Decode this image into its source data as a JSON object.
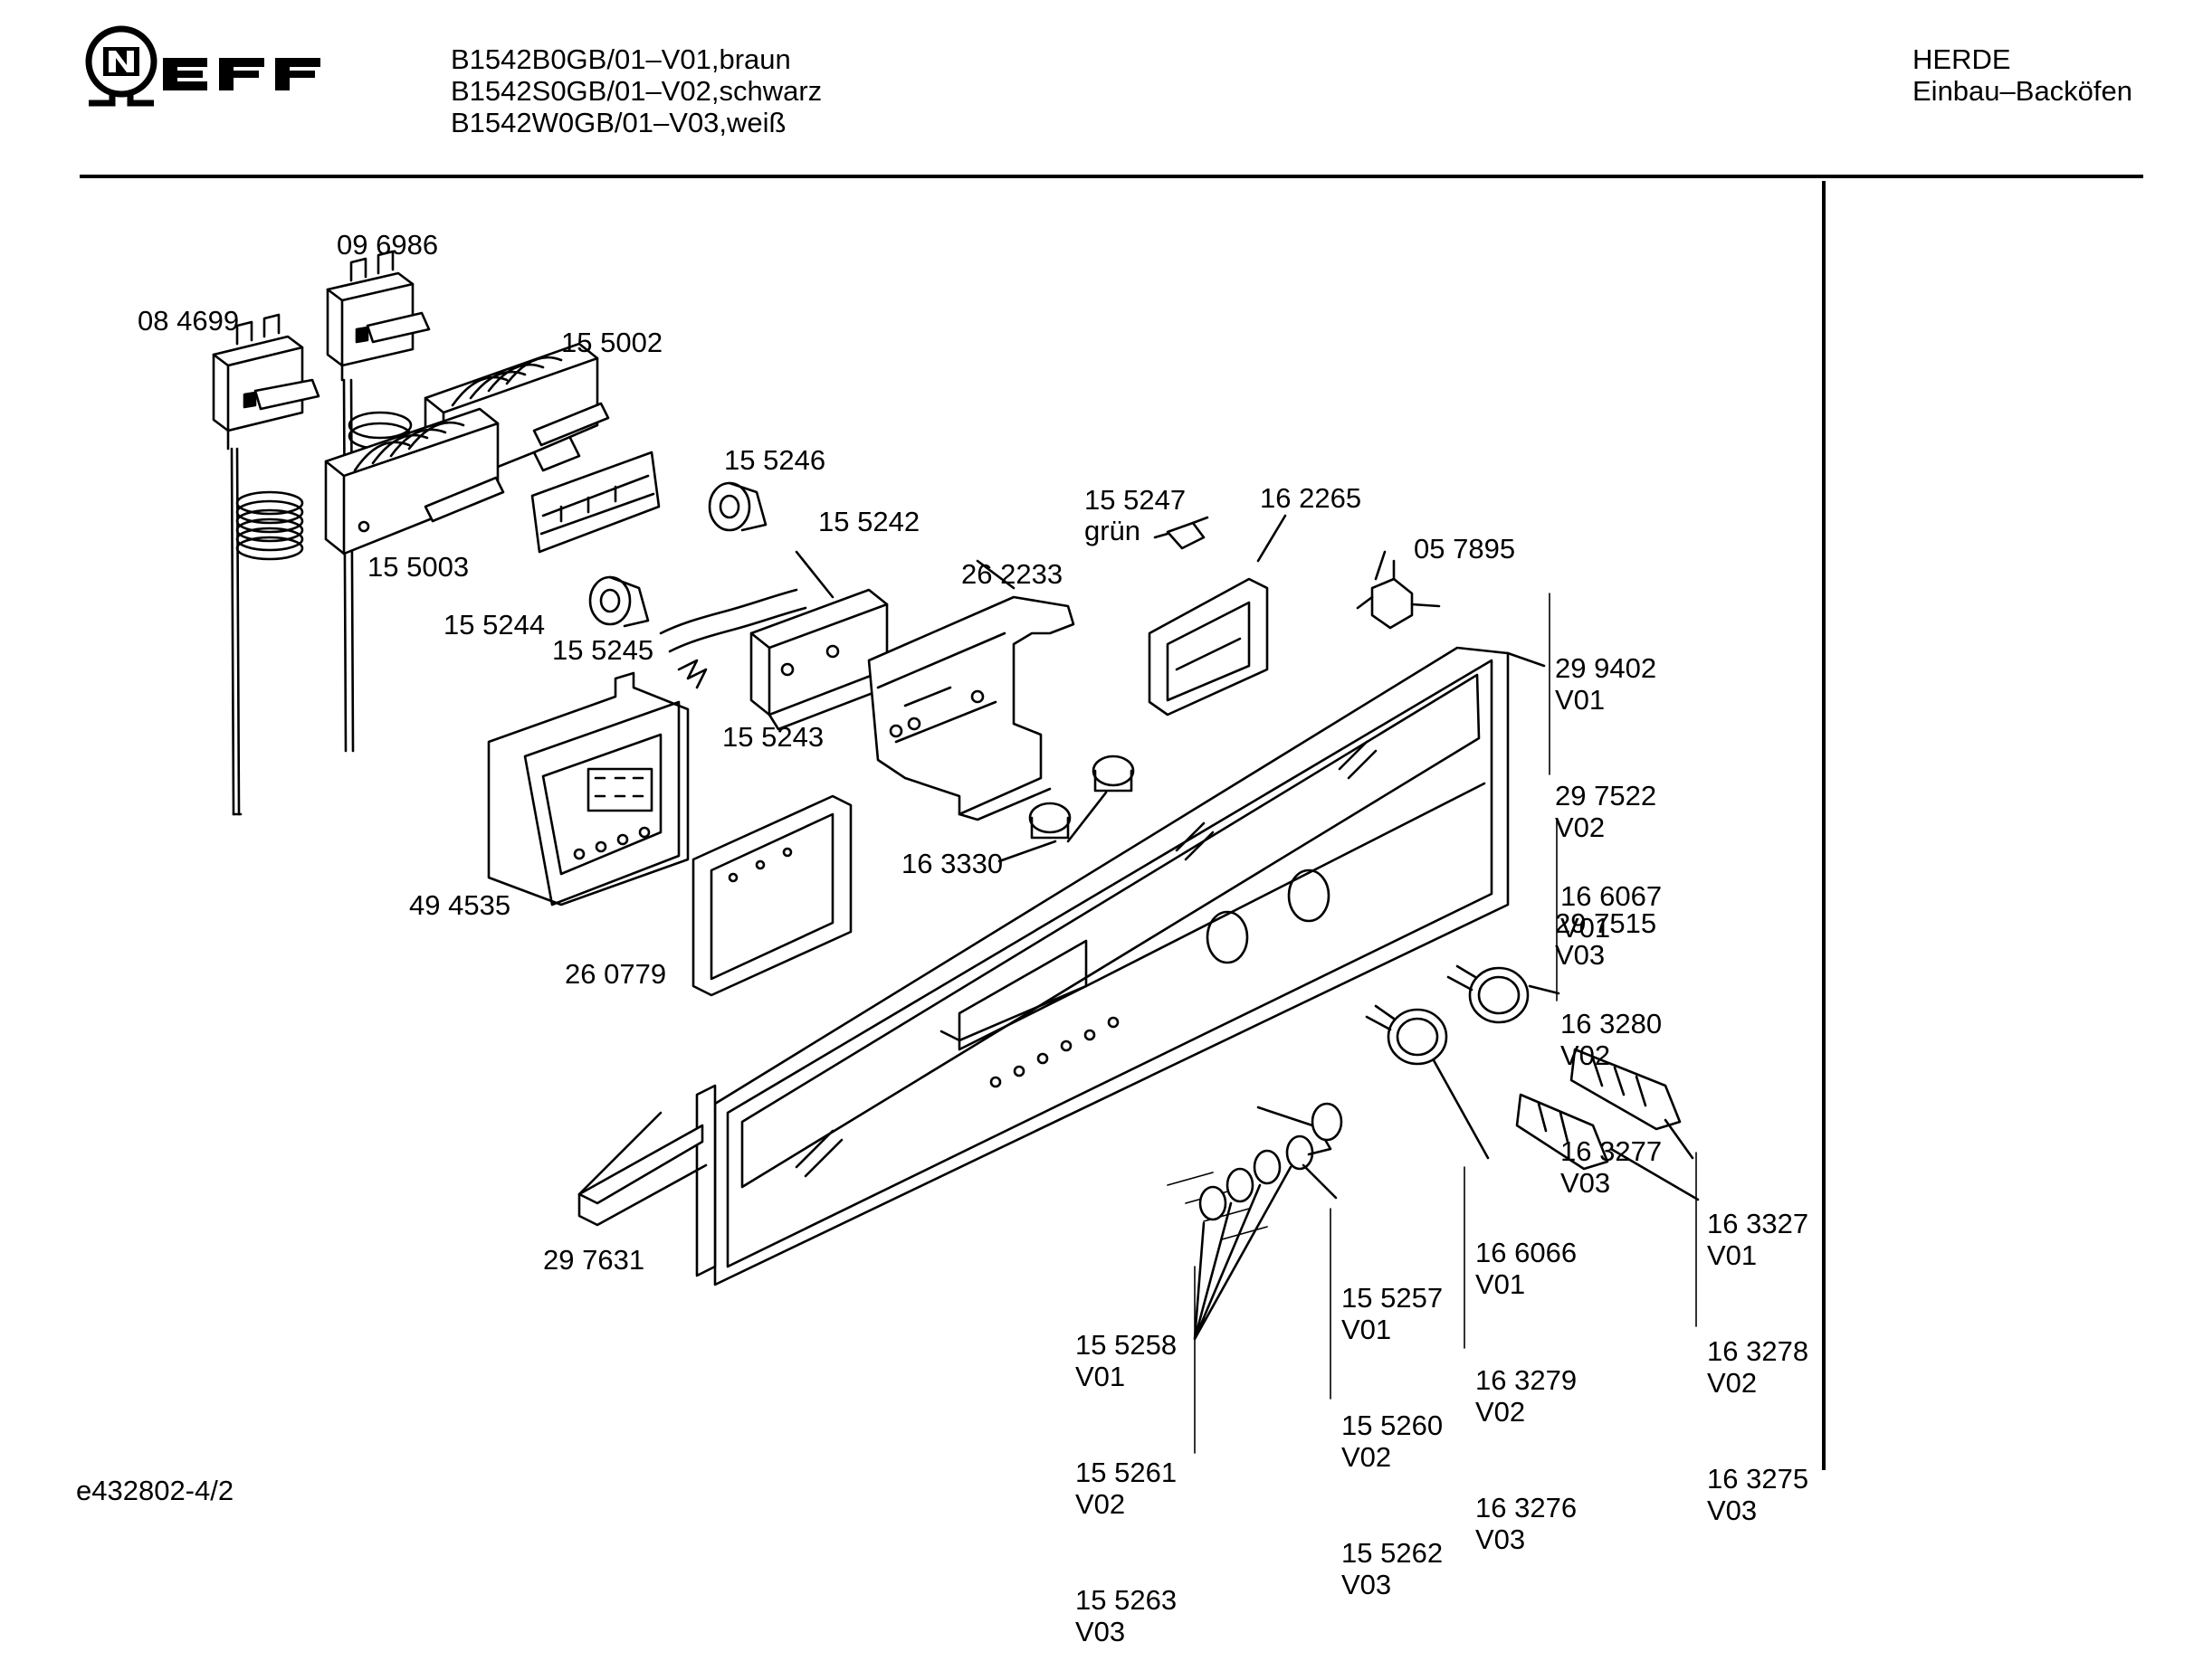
{
  "brand": {
    "name": "NEFF"
  },
  "header": {
    "models": [
      "B1542B0GB/01–V01,braun",
      "B1542S0GB/01–V02,schwarz",
      "B1542W0GB/01–V03,weiß"
    ],
    "category": "HERDE",
    "subcategory": "Einbau–Backöfen"
  },
  "footer": {
    "drawing_id": "e432802-4/2"
  },
  "labels": {
    "p096986": "09 6986",
    "p084699": "08 4699",
    "p155002": "15 5002",
    "p155246": "15 5246",
    "p155242": "15 5242",
    "p155003": "15 5003",
    "p155244": "15 5244",
    "p155245": "15 5245",
    "p155247": "15 5247",
    "p155247_note": "grün",
    "p162265": "16 2265",
    "p262233": "26 2233",
    "p057895": "05 7895",
    "p155243": "15 5243",
    "p163330": "16 3330",
    "p494535": "49 4535",
    "p260779": "26 0779",
    "p297631": "29 7631"
  },
  "stacks": {
    "panel": [
      "29 9402",
      "V01",
      "29 7522",
      "V02",
      "29 7515",
      "V03"
    ],
    "knob_small": [
      "16 6067",
      "V01",
      "16 3280",
      "V02",
      "16 3277",
      "V03"
    ],
    "knob_large": [
      "16 6066",
      "V01",
      "16 3279",
      "V02",
      "16 3276",
      "V03"
    ],
    "shafts": [
      "16 3327",
      "V01",
      "16 3278",
      "V02",
      "16 3275",
      "V03"
    ],
    "buttons": [
      "15 5258",
      "V01",
      "15 5261",
      "V02",
      "15 5263",
      "V03"
    ],
    "button_cap": [
      "15 5257",
      "V01",
      "15 5260",
      "V02",
      "15 5262",
      "V03"
    ]
  },
  "colors": {
    "ink": "#000000",
    "paper": "#ffffff"
  }
}
